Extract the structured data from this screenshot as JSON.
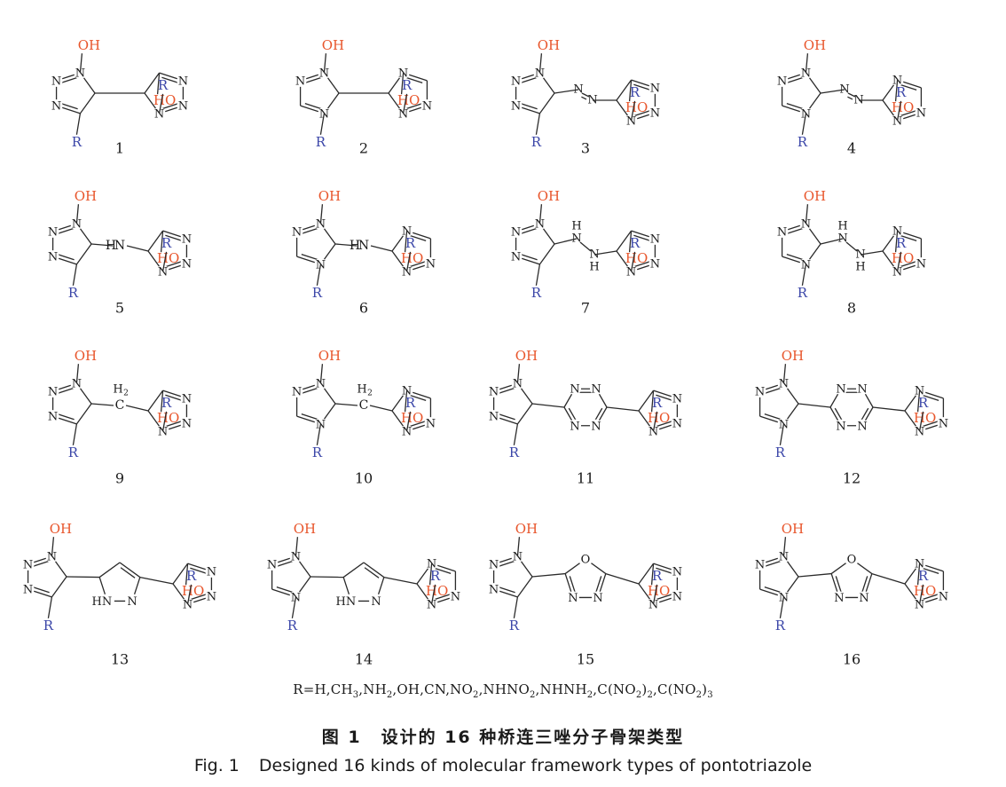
{
  "colors": {
    "oh_label": "#e8552b",
    "r_label": "#3b46a8",
    "atom": "#1a1a1a",
    "bond": "#2a2a2a"
  },
  "labels": {
    "hydroxyl": "OH",
    "hydroxyl_reversed": "HO",
    "substituent": "R",
    "nitrogen": "N",
    "amine": "H",
    "methylene": "H",
    "methylene_sub": "2",
    "carbon": "C",
    "oxygen": "O",
    "pyrazole_nh": "HN"
  },
  "structures": [
    {
      "number": "1",
      "type": "c-vinyl",
      "bridge": "direct"
    },
    {
      "number": "2",
      "type": "n-vinyl",
      "bridge": "direct"
    },
    {
      "number": "3",
      "type": "c-vinyl",
      "bridge": "azo"
    },
    {
      "number": "4",
      "type": "n-vinyl",
      "bridge": "azo"
    },
    {
      "number": "5",
      "type": "c-vinyl",
      "bridge": "amino"
    },
    {
      "number": "6",
      "type": "n-vinyl",
      "bridge": "amino"
    },
    {
      "number": "7",
      "type": "c-vinyl",
      "bridge": "hydrazo"
    },
    {
      "number": "8",
      "type": "n-vinyl",
      "bridge": "hydrazo"
    },
    {
      "number": "9",
      "type": "c-vinyl",
      "bridge": "methylene"
    },
    {
      "number": "10",
      "type": "n-vinyl",
      "bridge": "methylene"
    },
    {
      "number": "11",
      "type": "c-vinyl",
      "bridge": "tetrazine"
    },
    {
      "number": "12",
      "type": "n-vinyl",
      "bridge": "tetrazine"
    },
    {
      "number": "13",
      "type": "c-vinyl",
      "bridge": "pyrazole"
    },
    {
      "number": "14",
      "type": "n-vinyl",
      "bridge": "pyrazole"
    },
    {
      "number": "15",
      "type": "c-vinyl",
      "bridge": "oxadiazole"
    },
    {
      "number": "16",
      "type": "n-vinyl",
      "bridge": "oxadiazole"
    }
  ],
  "substituents": {
    "prefix": "R=",
    "list": "H,CH3,NH2,OH,CN,NO2,NHNO2,NHNH2,C(NO2)2,C(NO2)3"
  },
  "caption": {
    "zh_label": "图 1",
    "zh_text": "设计的 16 种桥连三唑分子骨架类型",
    "en_label": "Fig. 1",
    "en_text": "Designed 16 kinds of molecular framework types of pontotriazole"
  }
}
